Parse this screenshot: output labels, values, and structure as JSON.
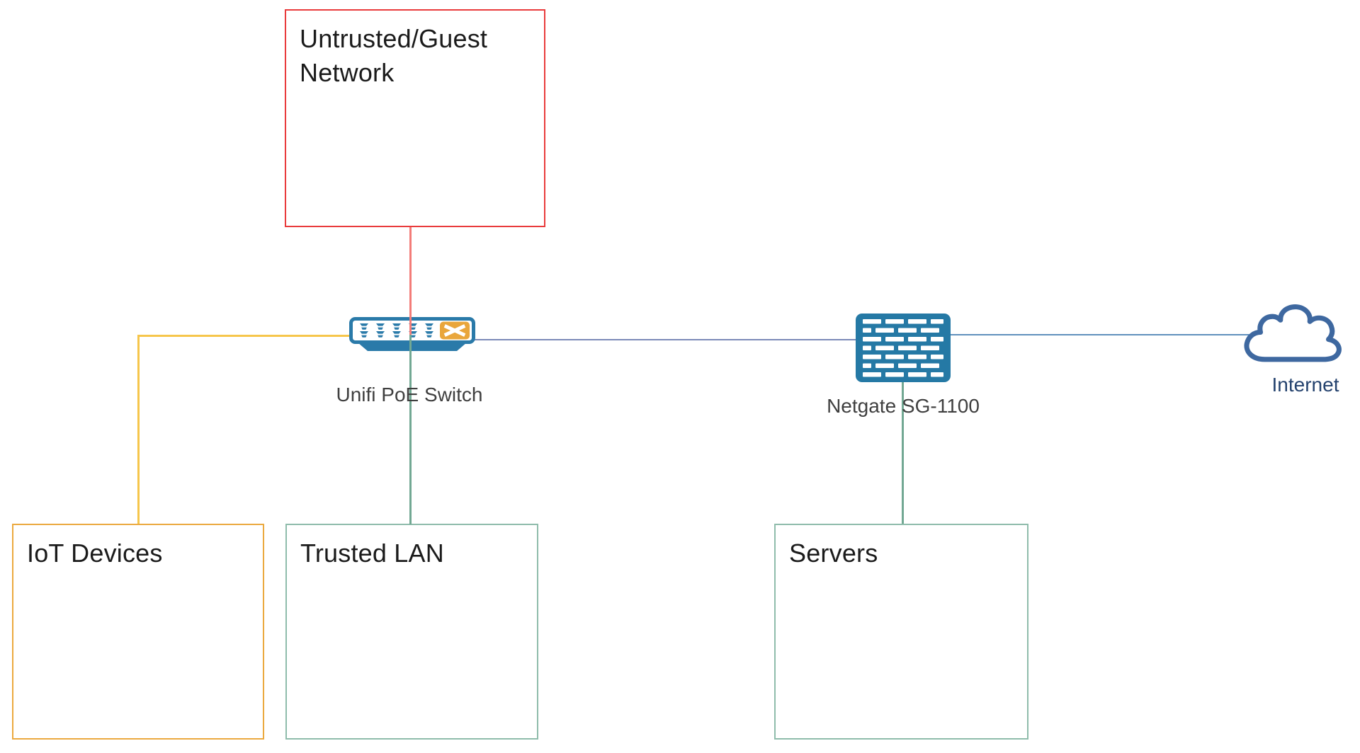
{
  "diagram": {
    "background_color": "#FFFFFF",
    "zones": [
      {
        "id": "untrusted",
        "label": "Untrusted/Guest Network",
        "border_color": "#E93B3C"
      },
      {
        "id": "iot",
        "label": "IoT Devices",
        "border_color": "#EBA93F"
      },
      {
        "id": "trusted",
        "label": "Trusted LAN",
        "border_color": "#8FBCAB"
      },
      {
        "id": "servers",
        "label": "Servers",
        "border_color": "#8FBCAB"
      }
    ],
    "nodes": [
      {
        "id": "switch",
        "label": "Unifi PoE Switch",
        "icon": "poe-switch-icon",
        "body_color": "#2A7AA9",
        "accent_color": "#E9A63B",
        "port_columns": 5
      },
      {
        "id": "firewall",
        "label": "Netgate SG-1100",
        "icon": "firewall-icon",
        "body_color": "#2579A5"
      },
      {
        "id": "internet",
        "label": "Internet",
        "icon": "cloud-icon",
        "outline_color": "#3E68A0",
        "label_color": "#24426E"
      }
    ],
    "connections": [
      {
        "from": "Untrusted/Guest Network",
        "to": "Unifi PoE Switch",
        "color": "#F37C78"
      },
      {
        "from": "IoT Devices",
        "to": "Unifi PoE Switch",
        "color": "#F6C64B"
      },
      {
        "from": "Unifi PoE Switch",
        "to": "Trusted LAN",
        "color": "#72A893"
      },
      {
        "from": "Unifi PoE Switch",
        "to": "Netgate SG-1100",
        "color": "#7B8AB8"
      },
      {
        "from": "Netgate SG-1100",
        "to": "Servers",
        "color": "#72A893"
      },
      {
        "from": "Netgate SG-1100",
        "to": "Internet",
        "color": "#6090BD"
      }
    ]
  }
}
